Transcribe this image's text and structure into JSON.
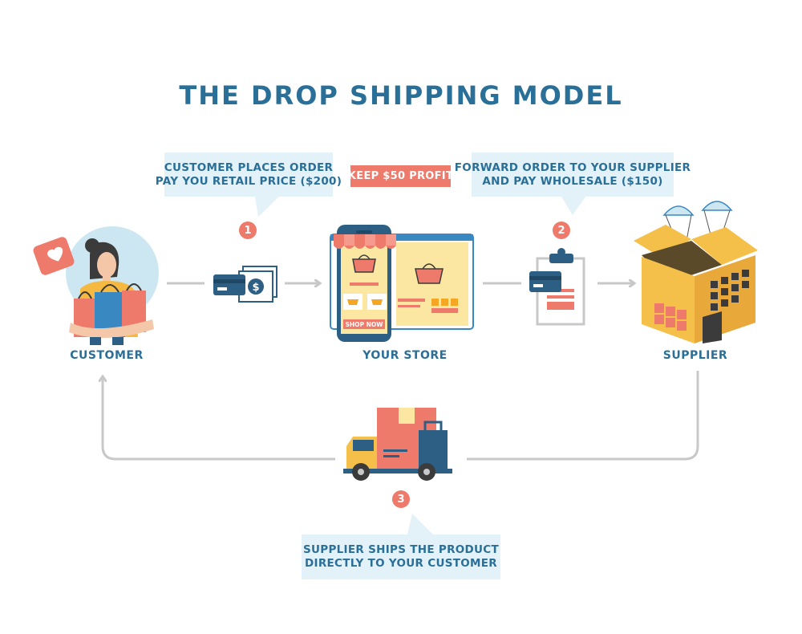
{
  "title": "THE DROP SHIPPING MODEL",
  "steps": [
    {
      "number": "1",
      "lines": [
        "CUSTOMER PLACES ORDER",
        "PAY YOU RETAIL PRICE ($200)"
      ]
    },
    {
      "number": "2",
      "lines": [
        "FORWARD ORDER TO YOUR SUPPLIER",
        "AND PAY WHOLESALE ($150)"
      ]
    },
    {
      "number": "3",
      "lines": [
        "SUPPLIER SHIPS THE PRODUCT",
        "DIRECTLY TO YOUR CUSTOMER"
      ]
    }
  ],
  "profit_badge": "KEEP $50 PROFIT",
  "nodes": {
    "customer": "CUSTOMER",
    "store": "YOUR STORE",
    "supplier": "SUPPLIER"
  },
  "store_button": "SHOP NOW",
  "currency_symbol": "$",
  "colors": {
    "title": "#2a6f97",
    "accent": "#ee7a6c",
    "bubble": "#e3f1f8",
    "arrow": "#c8c8c8",
    "box": "#f5c04a",
    "truck_cab": "#f5c04a",
    "navy": "#2d5f85"
  }
}
